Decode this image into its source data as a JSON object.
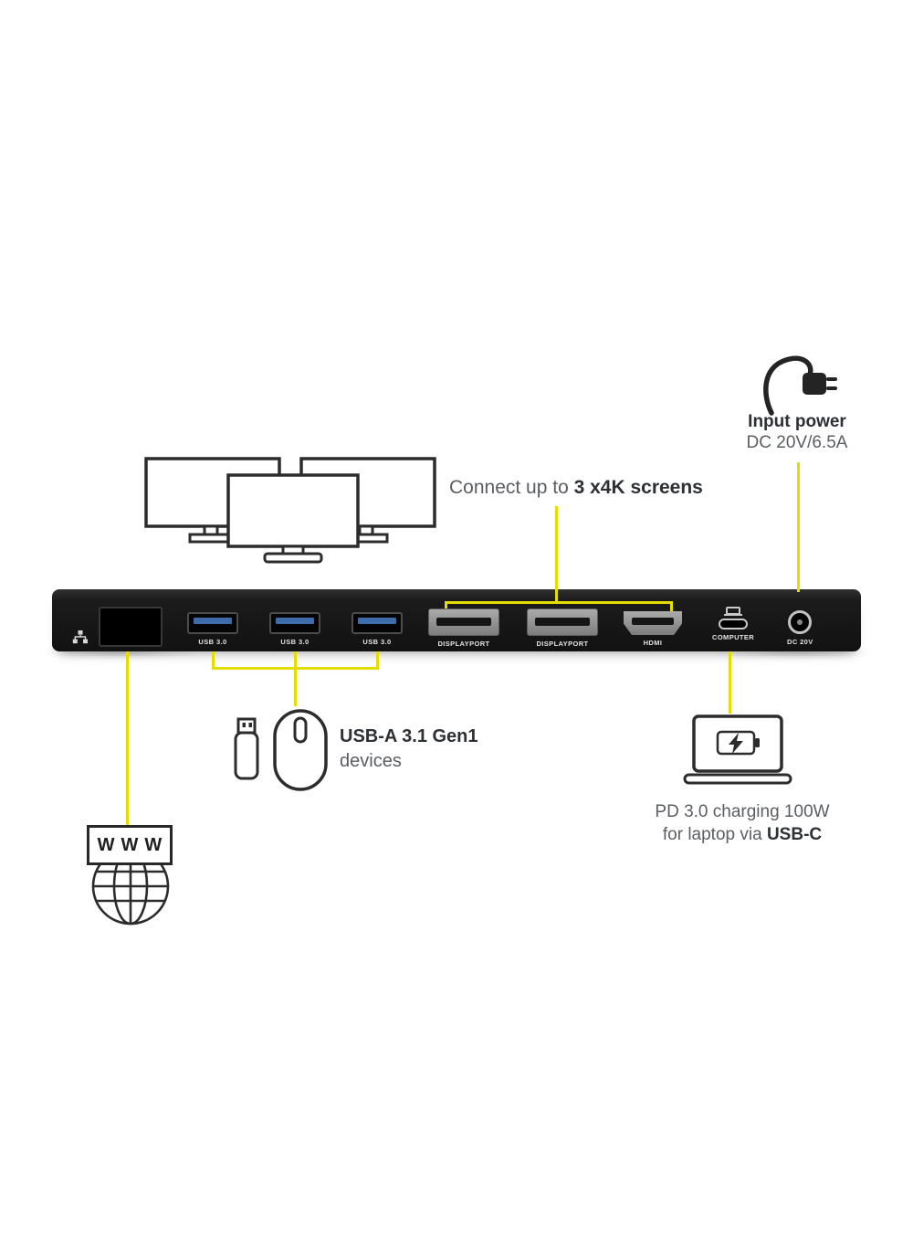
{
  "colors": {
    "accent": "#e3dd00",
    "dock_body": "#1a1a1a",
    "text_gray": "#5b5e62",
    "text_dark": "#2d3034",
    "usb_tongue_blue": "#3e6cab"
  },
  "annotations": {
    "screens": {
      "prefix": "Connect up to ",
      "bold": "3 x4K screens"
    },
    "input_power": {
      "title": "Input power",
      "value": "DC 20V/6.5A"
    },
    "usb_devices": {
      "title": "USB-A 3.1 Gen1",
      "subtitle": "devices"
    },
    "charging": {
      "line1": "PD 3.0 charging 100W",
      "line2_prefix": "for laptop via ",
      "line2_bold": "USB-C"
    },
    "internet": {
      "label": "WWW"
    }
  },
  "dock": {
    "ports": [
      {
        "id": "ethernet",
        "label": ""
      },
      {
        "id": "usb-3-0-1",
        "label": "USB 3.0"
      },
      {
        "id": "usb-3-0-2",
        "label": "USB 3.0"
      },
      {
        "id": "usb-3-0-3",
        "label": "USB 3.0"
      },
      {
        "id": "displayport-1",
        "label": "DISPLAYPORT"
      },
      {
        "id": "displayport-2",
        "label": "DISPLAYPORT"
      },
      {
        "id": "hdmi",
        "label": "HDMI"
      },
      {
        "id": "usb-c-computer",
        "label": "COMPUTER"
      },
      {
        "id": "dc-in",
        "label": "DC 20V"
      }
    ]
  }
}
